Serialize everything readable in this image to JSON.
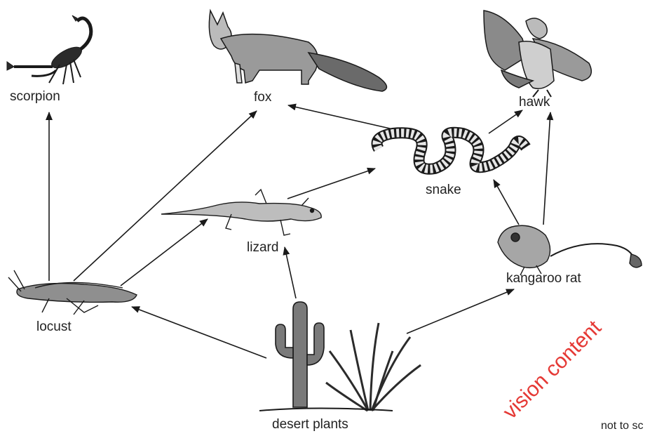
{
  "organisms": {
    "scorpion": "scorpion",
    "fox": "fox",
    "hawk": "hawk",
    "snake": "snake",
    "lizard": "lizard",
    "kangaroo_rat": "kangaroo rat",
    "locust": "locust",
    "desert_plants": "desert plants"
  },
  "links": [
    [
      "locust",
      "scorpion"
    ],
    [
      "locust",
      "fox"
    ],
    [
      "locust",
      "lizard"
    ],
    [
      "desert_plants",
      "locust"
    ],
    [
      "desert_plants",
      "lizard"
    ],
    [
      "desert_plants",
      "kangaroo_rat"
    ],
    [
      "lizard",
      "snake"
    ],
    [
      "snake",
      "fox"
    ],
    [
      "snake",
      "hawk"
    ],
    [
      "kangaroo_rat",
      "snake"
    ],
    [
      "kangaroo_rat",
      "hawk"
    ]
  ],
  "watermark": "vision content",
  "scale_note": "not to sc"
}
